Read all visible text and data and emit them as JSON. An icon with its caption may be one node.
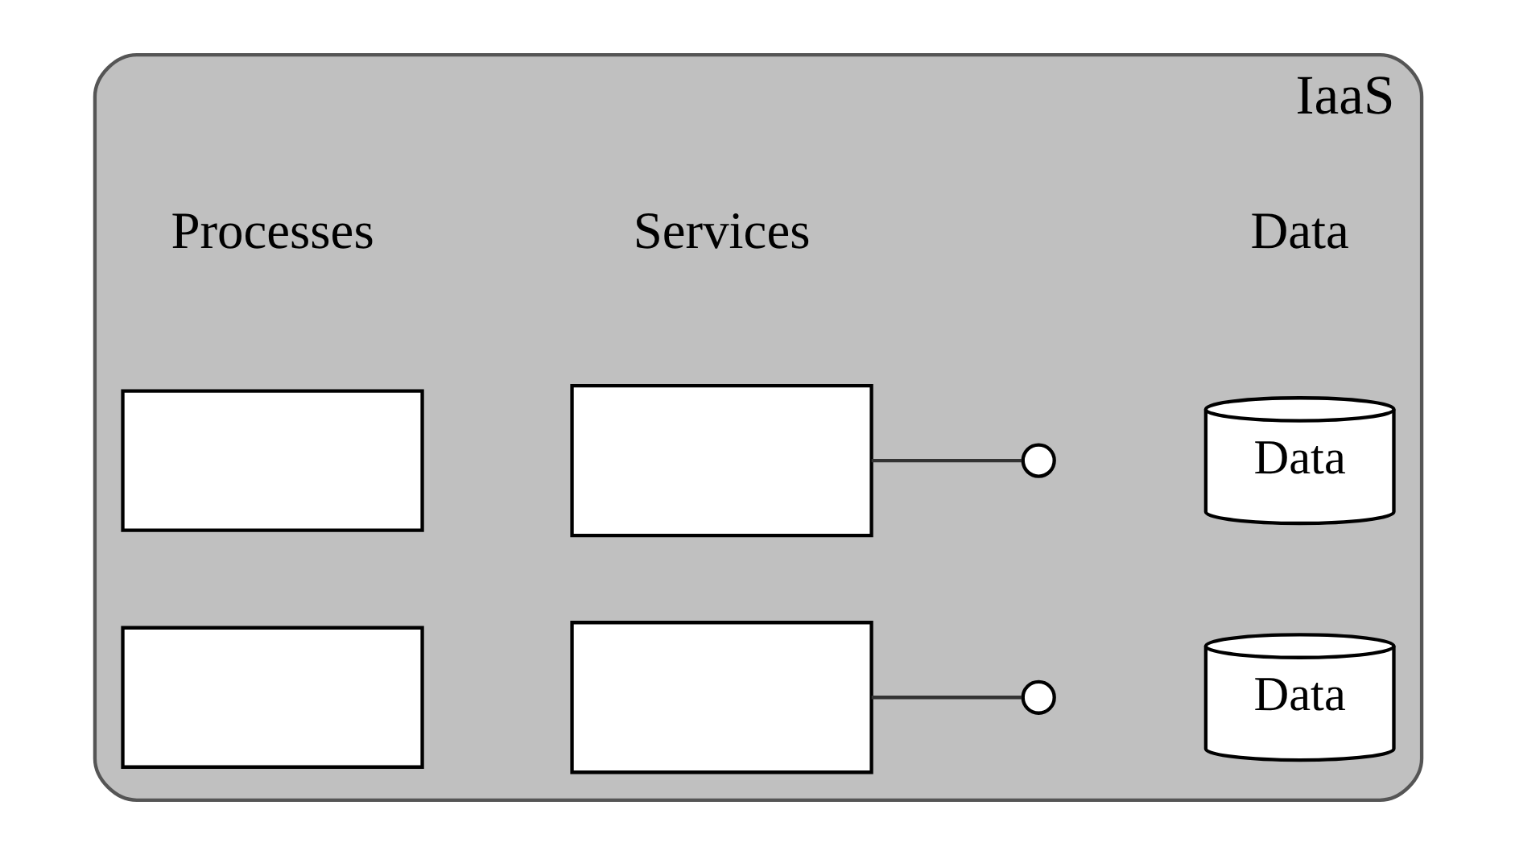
{
  "diagram": {
    "nodes": [
      {
        "text": [
          "IaaS"
        ]
      },
      {
        "text": [
          "Data"
        ],
        "in": 0
      },
      {
        "text": [],
        "shape": "box",
        "in": 0
      },
      {
        "text": [],
        "shape": "circle",
        "in": 0
      },
      {
        "text": [],
        "shape": "box",
        "in": 0
      },
      {
        "text": [
          "Data"
        ],
        "in": 0
      },
      {
        "text": [],
        "shape": "box",
        "in": 0
      },
      {
        "text": [],
        "shape": "circle",
        "in": 0
      },
      {
        "text": [],
        "shape": "box",
        "in": 0
      }
    ],
    "edges": [
      {
        "from": 2,
        "to": 3,
        "arrow": "none"
      },
      {
        "from": 6,
        "to": 7,
        "arrow": "none"
      }
    ],
    "labels": [
      "Data",
      "Services",
      "Processes"
    ]
  }
}
